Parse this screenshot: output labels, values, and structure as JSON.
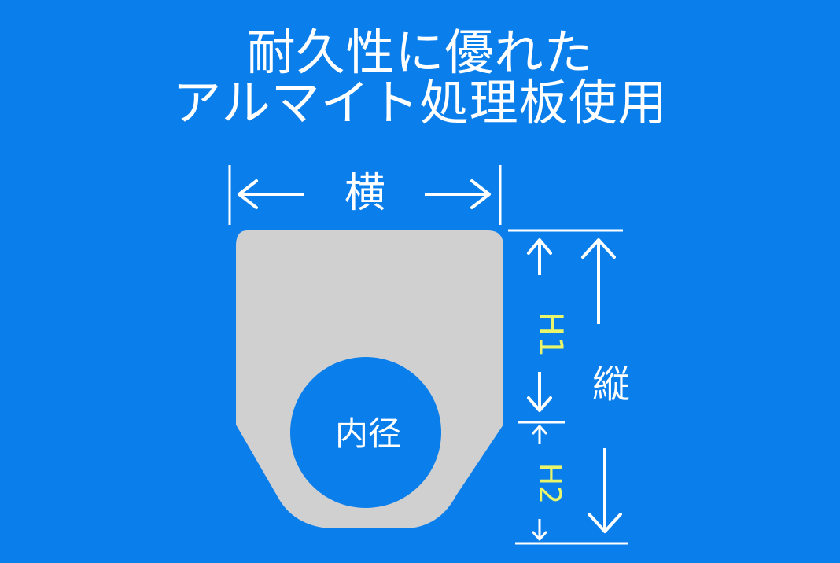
{
  "title": {
    "line1": "耐久性に優れた",
    "line2": "アルマイト処理板使用"
  },
  "diagram": {
    "width_label": "横",
    "height_label": "縦",
    "hole_label": "内径",
    "h1_label": "H1",
    "h2_label": "H2"
  },
  "colors": {
    "background": "#0a7fec",
    "plate": "#d0d0d0",
    "hole": "#0a7fec",
    "text": "#ffffff",
    "h_label": "#e9f56a"
  }
}
